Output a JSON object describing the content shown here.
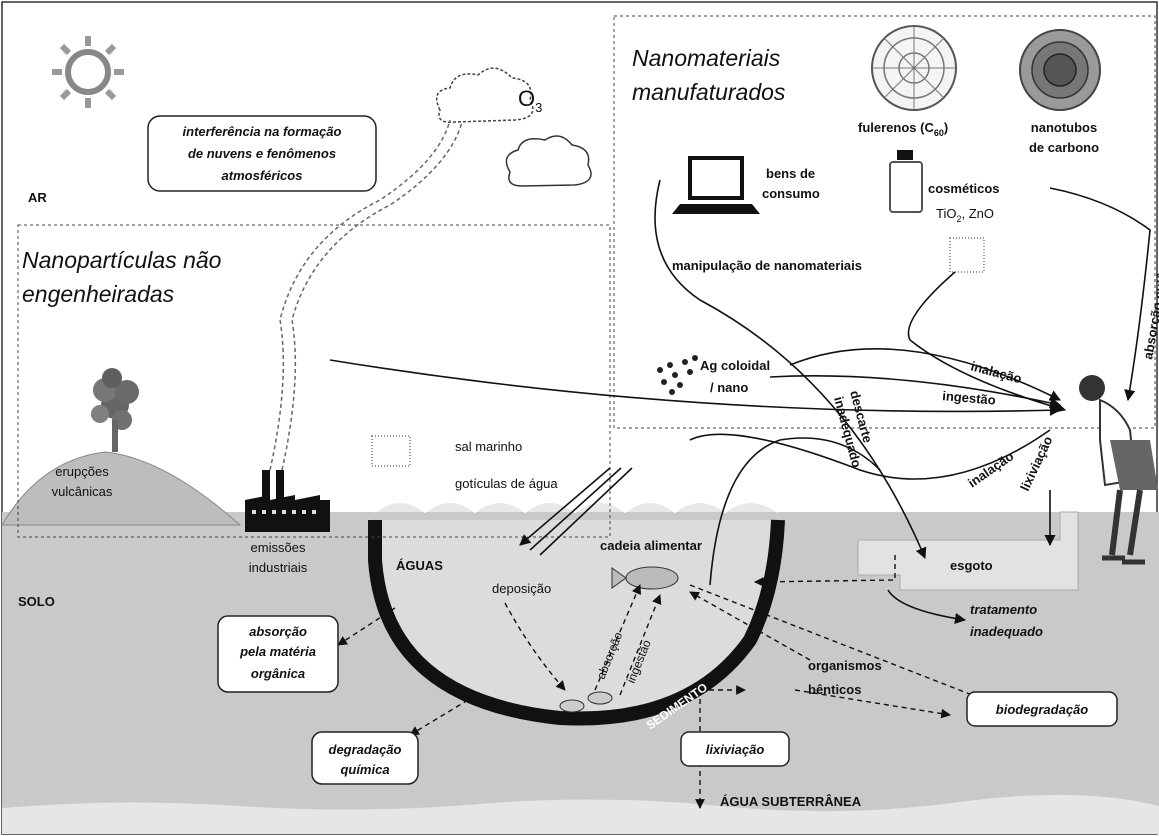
{
  "labels": {
    "air": "AR",
    "ozone": "O",
    "ozone_sub": "3",
    "natural_np": [
      "Nanopartículas não",
      "engenheiradas"
    ],
    "manufactured_np": [
      "Nanomateriais",
      "manufaturados"
    ],
    "cloud_interference": [
      "interferência na formação",
      "de nuvens e fenômenos",
      "atmosféricos"
    ],
    "fullerenes": "fulerenos (C",
    "fullerenes_sub": "60",
    "fullerenes_end": ")",
    "nanotubes": [
      "nanotubos",
      "de carbono"
    ],
    "consumer_goods": [
      "bens de",
      "consumo"
    ],
    "cosmetics": "cosméticos",
    "cosmetics_formula": "TiO",
    "cosmetics_formula_sub": "2",
    "cosmetics_formula_end": ", ZnO",
    "nano_handling": "manipulação de nanomateriais",
    "ag_colloidal": [
      "Ag coloidal",
      "/ nano"
    ],
    "inhalation_top": "inalação",
    "ingestion_top": "ingestão",
    "improper_disposal": [
      "descarte",
      "inadequado"
    ],
    "skin_absorption": "absorção cutânea",
    "inhalation_bottom": "inalação",
    "leaching_right": "lixiviação",
    "volcanic": [
      "erupções",
      "vulcânicas"
    ],
    "sea_salt": "sal marinho",
    "water_droplets": "gotículas de água",
    "industrial": [
      "emissões",
      "industriais"
    ],
    "waters": "ÁGUAS",
    "soil": "SOLO",
    "deposition": "deposição",
    "food_chain": "cadeia alimentar",
    "sewage": "esgoto",
    "improper_treatment": [
      "tratamento",
      "inadequado"
    ],
    "organic_absorption": [
      "absorção",
      "pela matéria",
      "orgânica"
    ],
    "absorption_fish": "absorção",
    "ingestion_fish": "ingestão",
    "benthic": [
      "organismos",
      "bênticos"
    ],
    "sediment": "SEDIMENTO",
    "biodegradation": "biodegradação",
    "chemical_degradation": [
      "degradação",
      "química"
    ],
    "leaching_bottom": "lixiviação",
    "groundwater": "ÁGUA SUBTERRÂNEA"
  }
}
